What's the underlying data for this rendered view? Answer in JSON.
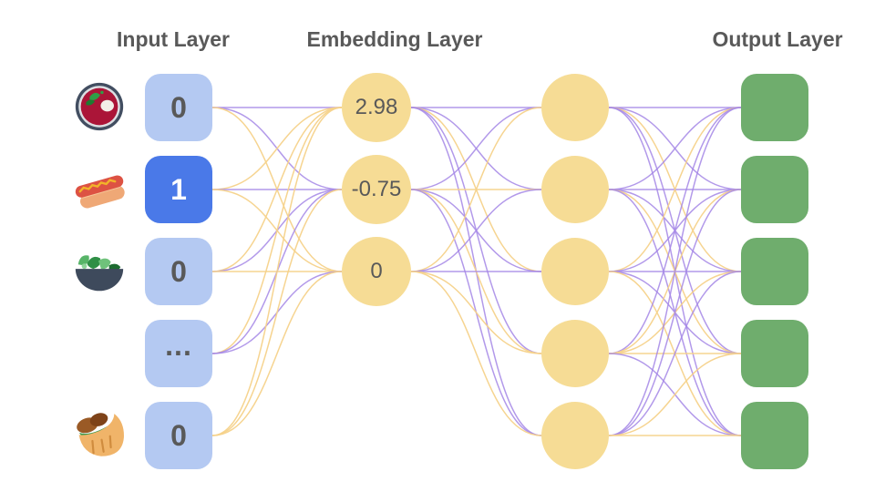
{
  "input_layer": {
    "title": "Input Layer",
    "nodes": [
      {
        "icon": "soup-icon",
        "value": "0",
        "active": false
      },
      {
        "icon": "hotdog-icon",
        "value": "1",
        "active": true
      },
      {
        "icon": "salad-icon",
        "value": "0",
        "active": false
      },
      {
        "icon": null,
        "value": "...",
        "active": false
      },
      {
        "icon": "stuffed-flatbread-icon",
        "value": "0",
        "active": false
      }
    ]
  },
  "embedding_layer": {
    "title": "Embedding Layer",
    "nodes": [
      {
        "value": "2.98"
      },
      {
        "value": "-0.75"
      },
      {
        "value": "0"
      }
    ]
  },
  "hidden_layer": {
    "count": 5
  },
  "output_layer": {
    "title": "Output Layer",
    "count": 5
  },
  "edges": {
    "input_to_embedding": [
      "PPY",
      "YPY",
      "YPY",
      "YPP",
      "YYY"
    ],
    "embedding_to_hidden": [
      "PPYPP",
      "PYPYP",
      "YPPYY"
    ],
    "hidden_to_output": [
      "PPYPP",
      "PPPYP",
      "YPPPY",
      "PYYYP",
      "PPPYY"
    ]
  },
  "colors": {
    "purple_edge": "#a487e6",
    "yellow_edge": "#f5d28a",
    "input_inactive_fill": "#b4c9f2",
    "input_active_fill": "#4a79e8",
    "input_text": "#595959",
    "input_active_text": "#ffffff",
    "embedding_fill": "#f6dc95",
    "hidden_fill": "#f6dc95",
    "output_fill": "#6fad6d",
    "title_text": "#595959"
  }
}
